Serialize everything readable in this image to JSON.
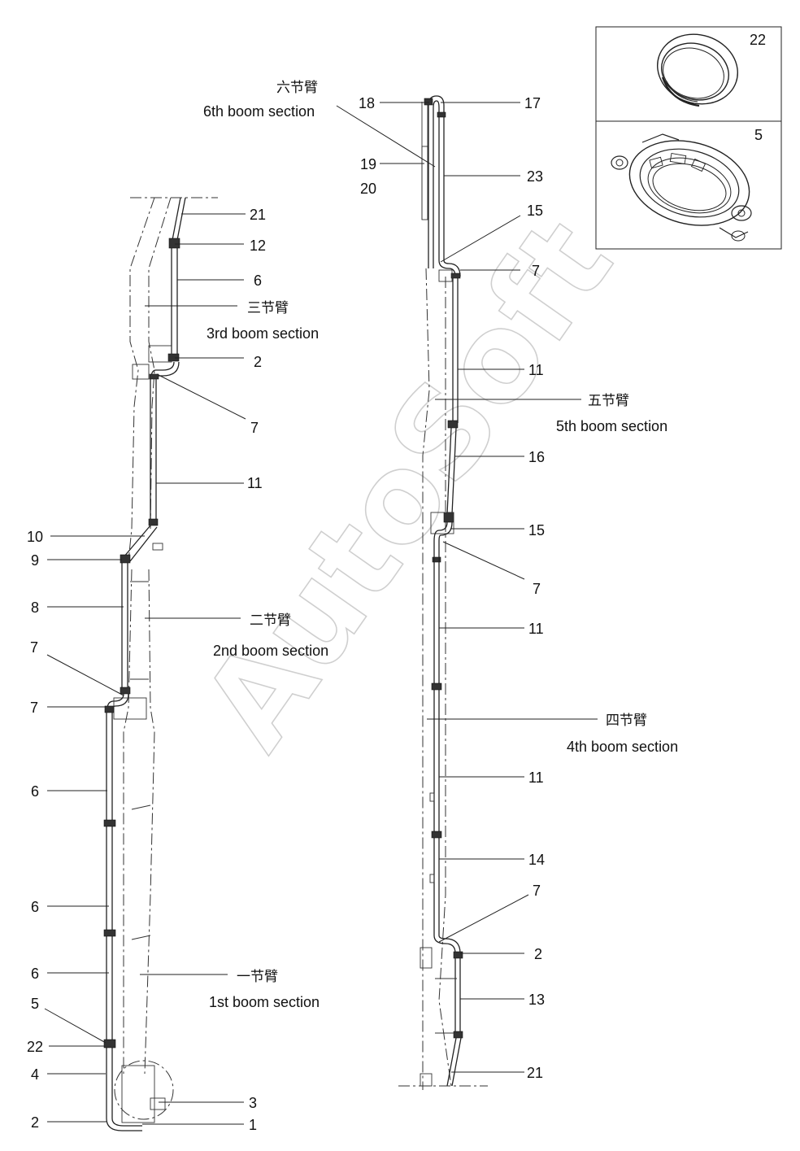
{
  "watermark": "AutoSoft",
  "sections": {
    "s6": {
      "zh": "六节臂",
      "en": "6th boom section"
    },
    "s3": {
      "zh": "三节臂",
      "en": "3rd boom section"
    },
    "s5": {
      "zh": "五节臂",
      "en": "5th boom section"
    },
    "s2": {
      "zh": "二节臂",
      "en": "2nd boom section"
    },
    "s4": {
      "zh": "四节臂",
      "en": "4th boom section"
    },
    "s1": {
      "zh": "一节臂",
      "en": "1st boom section"
    }
  },
  "labels": {
    "c18": "18",
    "c17": "17",
    "c19": "19",
    "c20": "20",
    "c23": "23",
    "c15a": "15",
    "c7r1": "7",
    "c11r1": "11",
    "c16": "16",
    "c15b": "15",
    "c7r2": "7",
    "c11r2": "11",
    "c11r3": "11",
    "c14": "14",
    "c7r3": "7",
    "c2r": "2",
    "c13": "13",
    "c21r": "21",
    "c21l": "21",
    "c12": "12",
    "c6a": "6",
    "c2a": "2",
    "c7a": "7",
    "c11l": "11",
    "c10": "10",
    "c9": "9",
    "c8": "8",
    "c7b": "7",
    "c7c": "7",
    "c6b": "6",
    "c6c": "6",
    "c6d": "6",
    "c5": "5",
    "c22": "22",
    "c4": "4",
    "c2b": "2",
    "c3": "3",
    "c1": "1"
  },
  "inset": {
    "top_label": "22",
    "bottom_label": "5"
  }
}
